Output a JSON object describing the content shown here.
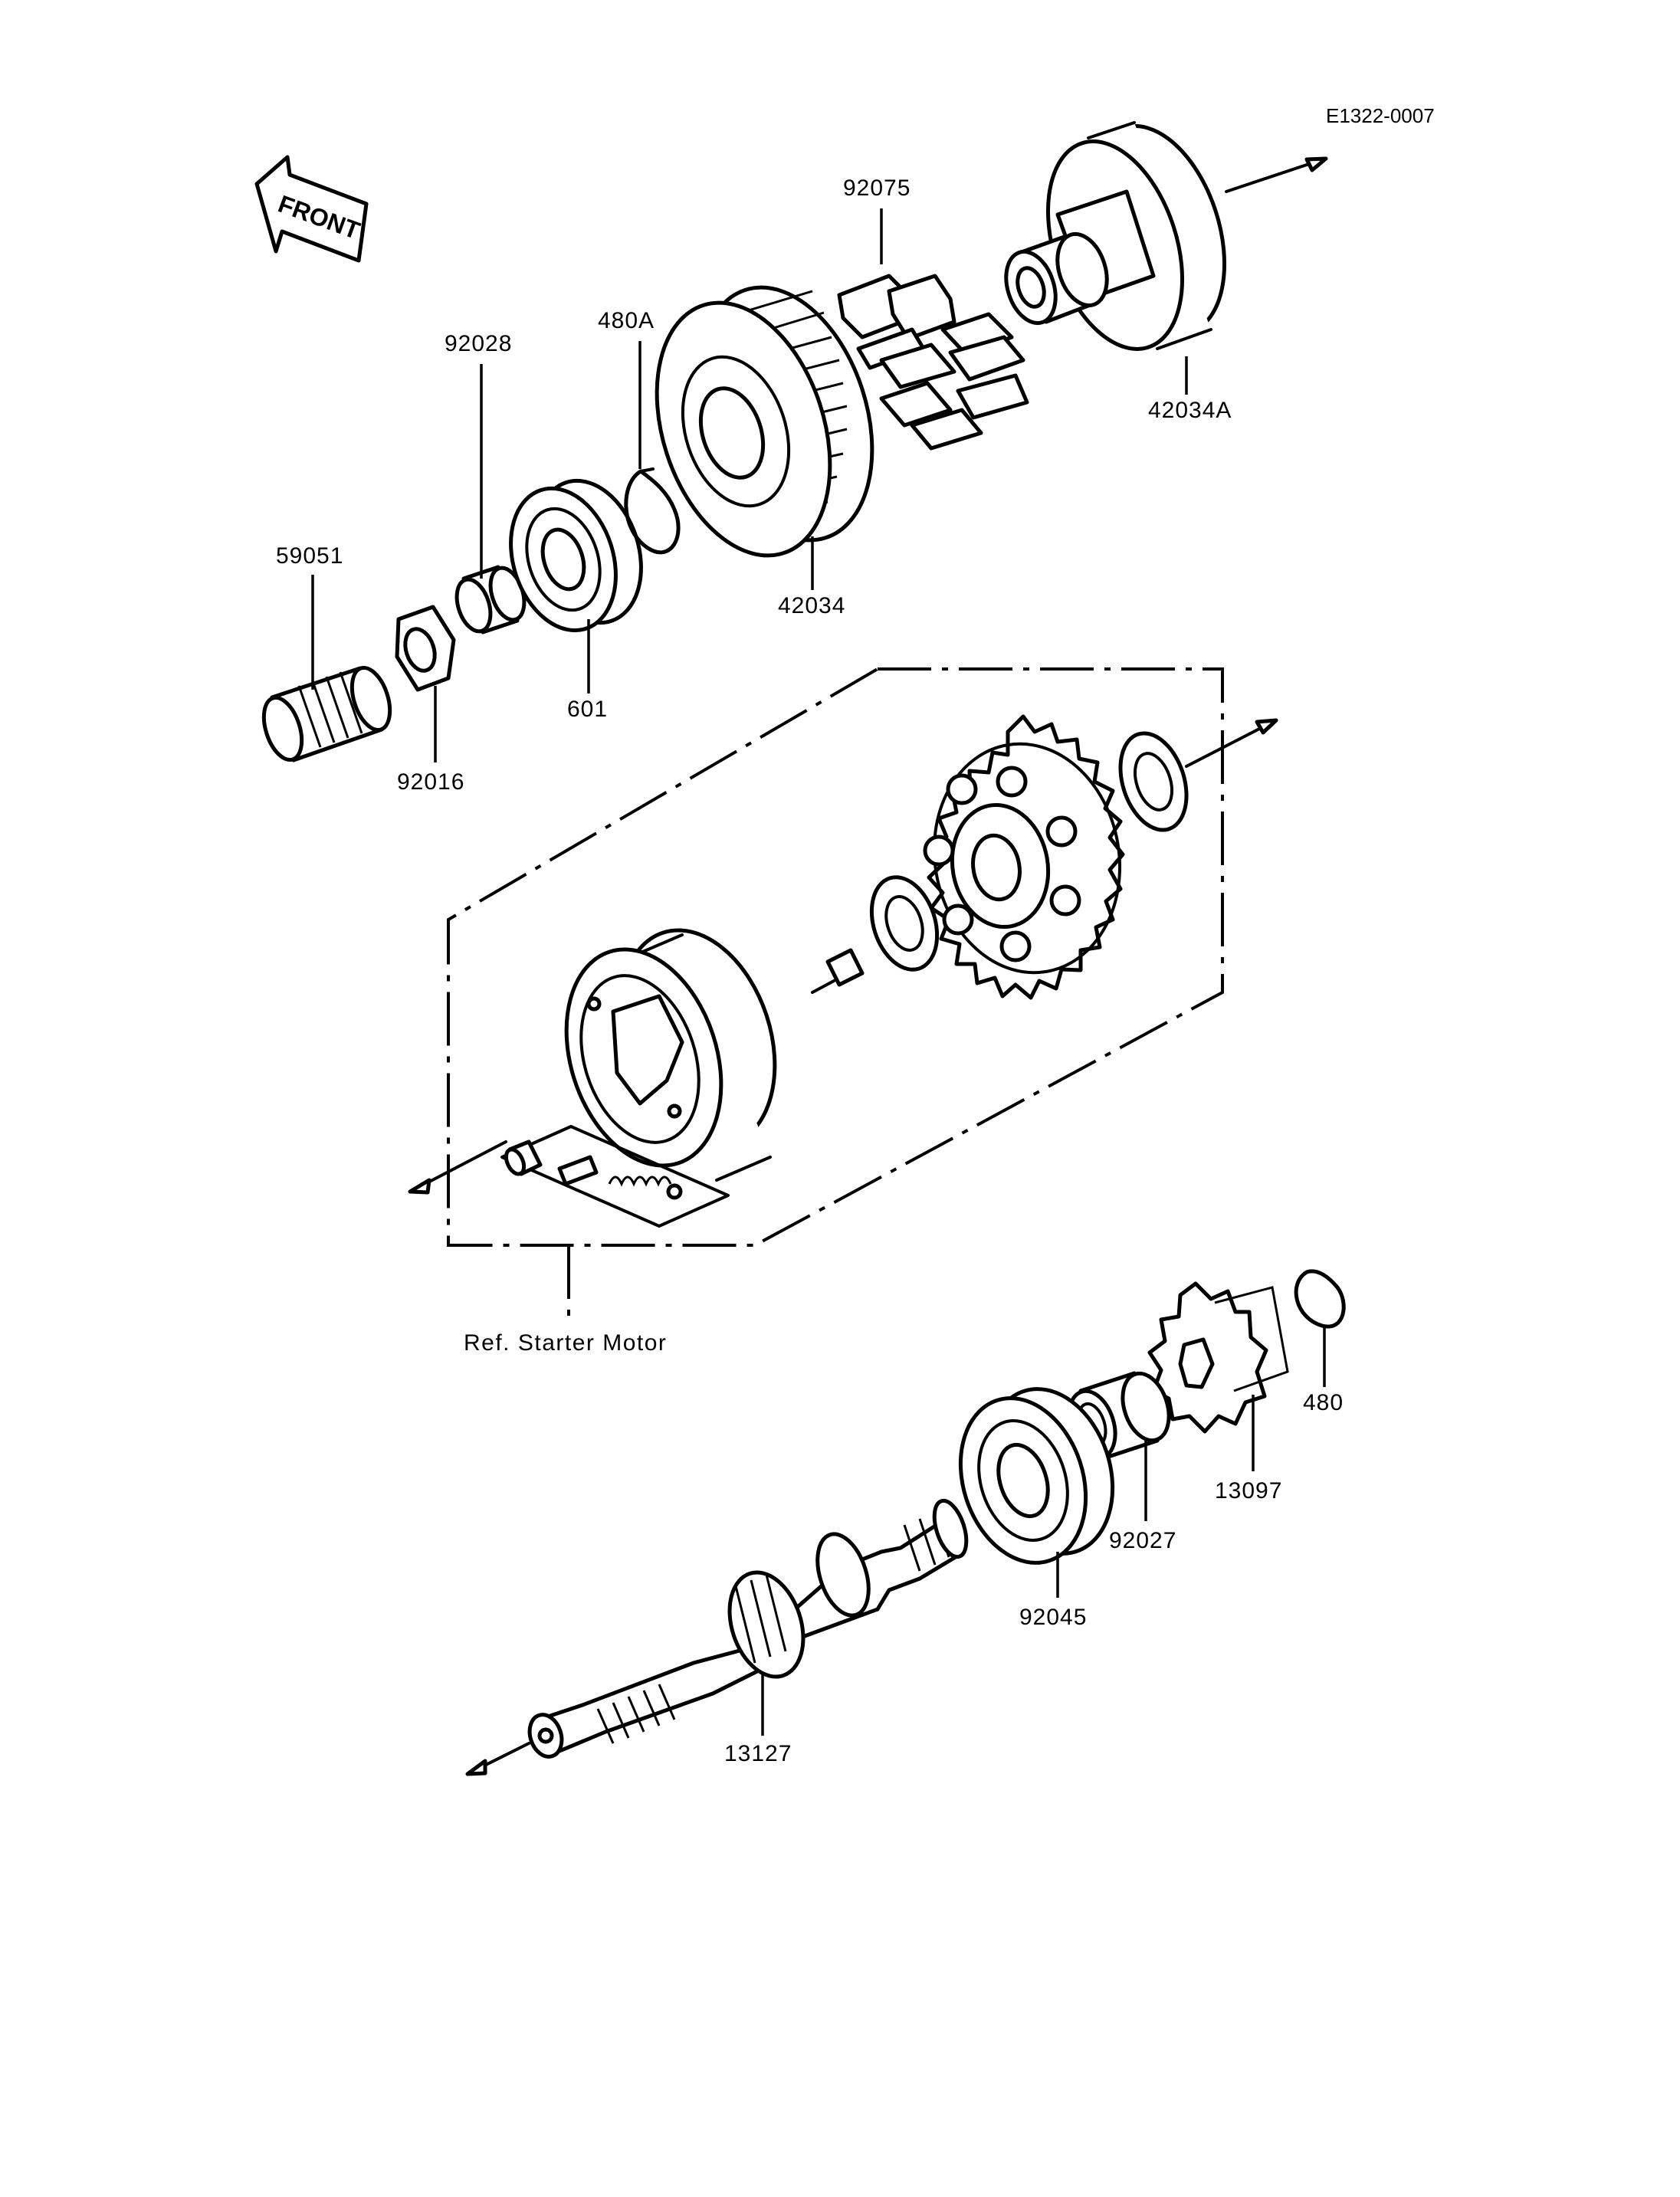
{
  "drawing_code": "E1322-0007",
  "front_badge": "FRONT",
  "reference_note": "Ref. Starter Motor",
  "part_labels": {
    "p92075": "92075",
    "p480A": "480A",
    "p92028": "92028",
    "p59051": "59051",
    "p92016": "92016",
    "p601": "601",
    "p42034": "42034",
    "p42034A": "42034A",
    "p480": "480",
    "p13097": "13097",
    "p92027": "92027",
    "p92045": "92045",
    "p13127": "13127"
  },
  "colors": {
    "ink": "#000000",
    "paper": "#ffffff"
  }
}
